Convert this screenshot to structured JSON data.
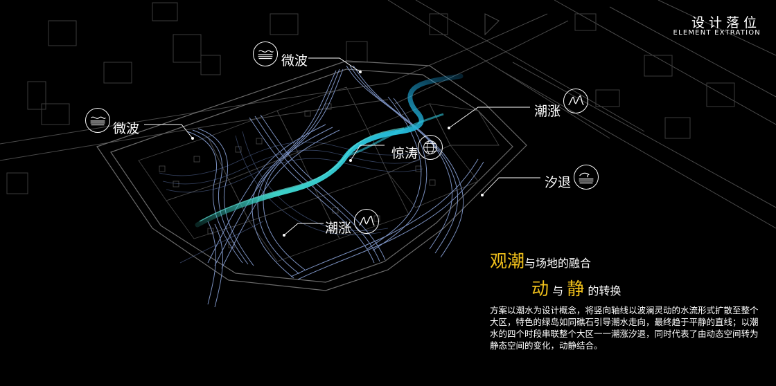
{
  "header": {
    "title_cn": "设计落位",
    "title_en": "ELEMENT EXTRATION"
  },
  "labels": {
    "weibo_top": "微波",
    "weibo_left": "微波",
    "chaozhang_right": "潮涨",
    "jingtao": "惊涛",
    "xitui": "汐退",
    "chaozhang_bottom": "潮涨"
  },
  "icons": {
    "weibo": "ripple-wave-icon",
    "chaozhang": "rising-wave-icon",
    "jingtao": "globe-icon",
    "xitui": "receding-wave-icon"
  },
  "headline": {
    "line1_emph": "观潮",
    "line1_rest": "与场地的融合",
    "line2_emph_a": "动",
    "line2_mid": "与",
    "line2_emph_b": "静",
    "line2_rest": "的转换"
  },
  "description": "方案以潮水为设计概念，将竖向轴线以波澜灵动的水流形式扩散至整个大区，特色的绿岛如同礁石引导潮水走向，最终趋于平静的直线；以潮水的四个时段串联整个大区一一潮涨汐退，同时代表了由动态空间转为静态空间的变化，动静结合。",
  "colors": {
    "background": "#000000",
    "accent_gold": "#f2c21b",
    "flow_cyan": "#3ec7d8",
    "flow_blue": "#7a93c9",
    "linework": "#3a3a3a"
  }
}
